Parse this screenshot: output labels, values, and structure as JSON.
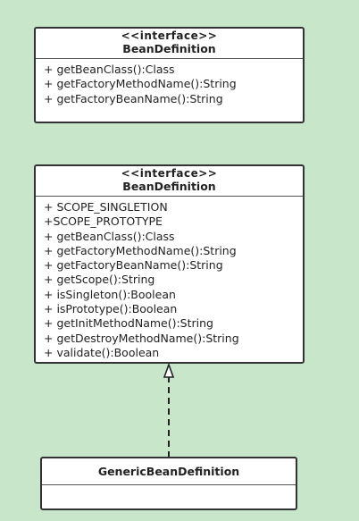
{
  "classes": [
    {
      "stereotype": "<<interface>>",
      "name": "BeanDefinition",
      "members": [
        "+ getBeanClass():Class",
        "+ getFactoryMethodName():String",
        "+ getFactoryBeanName():String"
      ]
    },
    {
      "stereotype": "<<interface>>",
      "name": "BeanDefinition",
      "members": [
        "+ SCOPE_SINGLETION",
        "+SCOPE_PROTOTYPE",
        "+ getBeanClass():Class",
        "+ getFactoryMethodName():String",
        "+ getFactoryBeanName():String",
        "+ getScope():String",
        "+ isSingleton():Boolean",
        "+ isPrototype():Boolean",
        "+ getInitMethodName():String",
        "+ getDestroyMethodName():String",
        "+ validate():Boolean"
      ]
    },
    {
      "name": "GenericBeanDefinition",
      "members": []
    }
  ],
  "colors": {
    "background": "#c8e6c9",
    "box": "#ffffff",
    "border": "#333333"
  }
}
